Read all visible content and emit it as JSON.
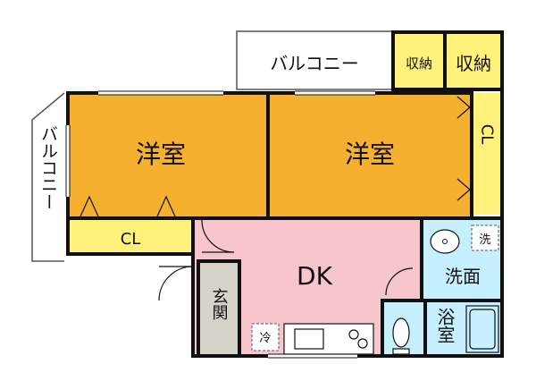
{
  "rooms": {
    "western_room_left": "洋室",
    "western_room_right": "洋室",
    "dk": "DK",
    "entrance": "玄関",
    "washroom": "洗面",
    "bathroom": "浴室"
  },
  "balconies": {
    "top": "バルコニー",
    "left": "バルコニー"
  },
  "storage": {
    "closet_left": "CL",
    "closet_right": "CL",
    "shuno_small": "収納",
    "shuno_large": "収納"
  },
  "fixtures": {
    "washing_machine": "洗",
    "refrigerator": "冷"
  },
  "colors": {
    "western_room": "#f5b030",
    "dk": "#f7c5cc",
    "storage": "#fff17a",
    "wet_area": "#c6f0ff",
    "entrance": "#d5d2ca",
    "wall": "#111111",
    "balcony_outline": "#555555"
  }
}
